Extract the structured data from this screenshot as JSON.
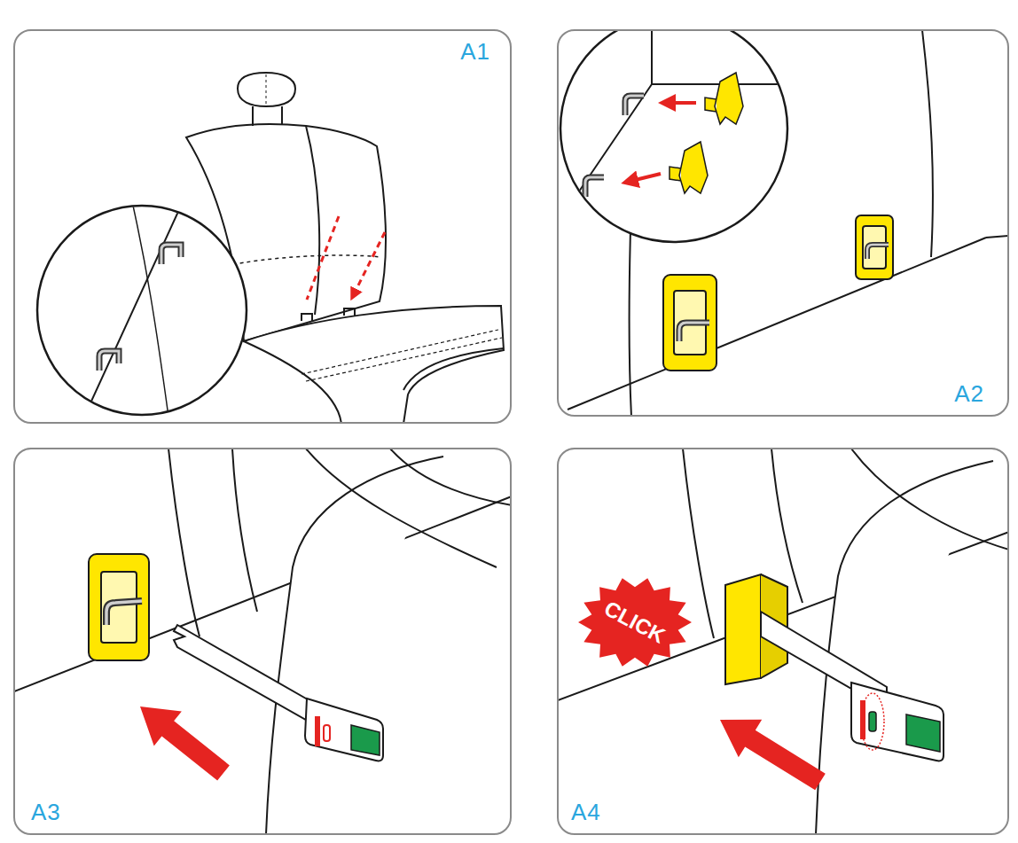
{
  "diagram": {
    "nodes": [
      {
        "text": [
          "A1"
        ]
      },
      {
        "text": [
          "A2"
        ]
      },
      {
        "text": [
          "A3"
        ]
      },
      {
        "text": [
          "A4"
        ]
      },
      {
        "text": [
          "CLICK"
        ],
        "in": 3
      }
    ]
  }
}
